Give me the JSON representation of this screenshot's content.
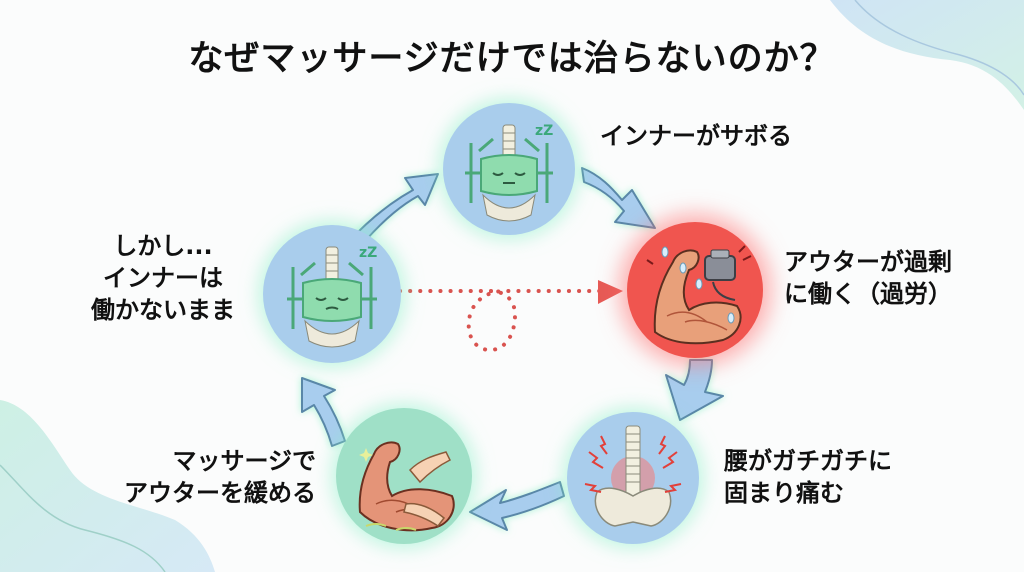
{
  "title": "なぜマッサージだけでは治らないのか？",
  "colors": {
    "node_blue": "#a9cdec",
    "node_red": "#f0554f",
    "node_green": "#9fe0c7",
    "arrow_fill": "#a8cdee",
    "arrow_stroke": "#5a87a8",
    "dotted_line": "#d9534f",
    "bg_blob_blue": "#cfe6f4",
    "bg_blob_green": "#cdeee2"
  },
  "nodes": [
    {
      "id": "inner-lazy",
      "icon": "sleeping-core-spine-icon",
      "label": [
        "インナーがサボる"
      ]
    },
    {
      "id": "outer-overwork",
      "icon": "flexed-muscle-engine-icon",
      "label": [
        "アウターが過剰",
        "に働く（過労）"
      ]
    },
    {
      "id": "back-pain",
      "icon": "painful-spine-pelvis-icon",
      "label": [
        "腰がガチガチに",
        "固まり痛む"
      ]
    },
    {
      "id": "massage",
      "icon": "massaging-arm-icon",
      "label": [
        "マッサージで",
        "アウターを緩める"
      ]
    },
    {
      "id": "inner-still-idle",
      "icon": "sleeping-core-spine-icon",
      "label": [
        "しかし...",
        "インナーは",
        "働かないまま"
      ]
    }
  ],
  "sleep_mark": "zZ"
}
